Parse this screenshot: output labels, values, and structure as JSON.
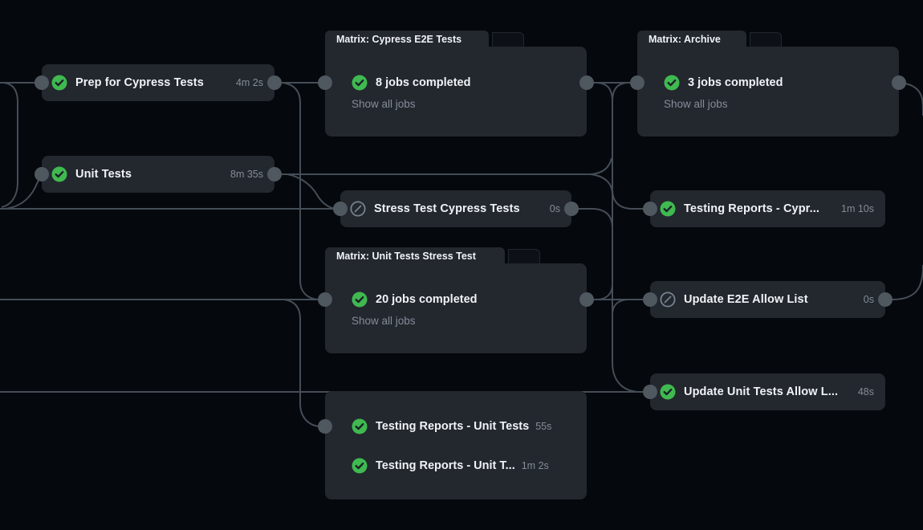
{
  "app": "workflow-run-graph",
  "colors": {
    "background": "#05080d",
    "card": "#23272e",
    "edge": "#454d57",
    "connector_dot": "#4f575f",
    "success": "#3fb950",
    "skipped": "#768390",
    "label_text": "#f0f3f6",
    "muted_text": "#848d97"
  },
  "icons": {
    "success": "check-circle-icon",
    "skipped": "slash-circle-icon"
  },
  "nodes": {
    "prep": {
      "label": "Prep for Cypress Tests",
      "duration": "4m 2s",
      "status": "success"
    },
    "unit_tests": {
      "label": "Unit Tests",
      "duration": "8m 35s",
      "status": "success"
    },
    "matrix_cypress": {
      "tab": "Matrix: Cypress E2E Tests",
      "summary": "8 jobs completed",
      "link": "Show all jobs",
      "status": "success"
    },
    "matrix_archive": {
      "tab": "Matrix: Archive",
      "summary": "3 jobs completed",
      "link": "Show all jobs",
      "status": "success"
    },
    "stress_test": {
      "label": "Stress Test Cypress Tests",
      "duration": "0s",
      "status": "skipped"
    },
    "testing_reports_cypress": {
      "label": "Testing Reports - Cypr...",
      "duration": "1m 10s",
      "status": "success"
    },
    "matrix_unit_stress": {
      "tab": "Matrix: Unit Tests Stress Test",
      "summary": "20 jobs completed",
      "link": "Show all jobs",
      "status": "success"
    },
    "update_e2e": {
      "label": "Update E2E Allow List",
      "duration": "0s",
      "status": "skipped"
    },
    "update_unit": {
      "label": "Update Unit Tests Allow L...",
      "duration": "48s",
      "status": "success"
    },
    "testing_reports_unit_1": {
      "label": "Testing Reports - Unit Tests",
      "duration": "55s",
      "status": "success"
    },
    "testing_reports_unit_2": {
      "label": "Testing Reports - Unit T...",
      "duration": "1m 2s",
      "status": "success"
    }
  }
}
